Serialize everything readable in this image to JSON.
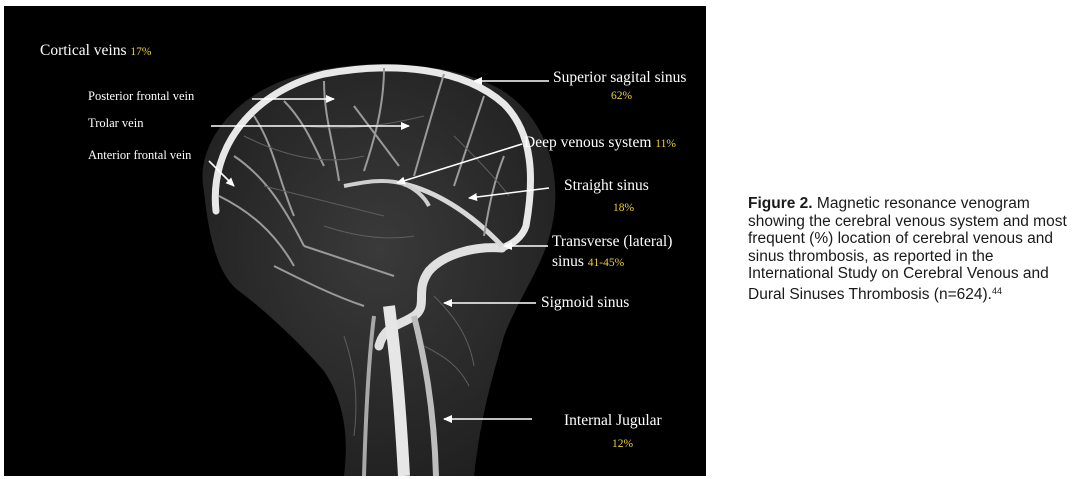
{
  "figure": {
    "labels": {
      "cortical_veins": "Cortical veins",
      "cortical_veins_pct": "17%",
      "posterior_frontal_vein": "Posterior frontal vein",
      "trolar_vein": "Trolar vein",
      "anterior_frontal_vein": "Anterior frontal vein",
      "superior_sagital_sinus": "Superior sagital sinus",
      "superior_sagital_sinus_pct": "62%",
      "deep_venous_system": "Deep venous system",
      "deep_venous_system_pct": "11%",
      "straight_sinus": "Straight sinus",
      "straight_sinus_pct": "18%",
      "transverse_sinus_line1": "Transverse (lateral)",
      "transverse_sinus_line2": "sinus",
      "transverse_sinus_pct": "41-45%",
      "sigmoid_sinus": "Sigmoid sinus",
      "internal_jugular": "Internal Jugular",
      "internal_jugular_pct": "12%"
    },
    "colors": {
      "label": "#ffffff",
      "percent": "#e8d03a",
      "background": "#000000"
    }
  },
  "caption": {
    "label": "Figure 2.",
    "text": " Magnetic resonance venogram showing the cerebral venous system and most frequent (%) location of cerebral venous and sinus thrombosis, as reported in the International Study on Cerebral Venous and Dural Sinuses Thrombosis (n=624).",
    "reference": "44"
  }
}
